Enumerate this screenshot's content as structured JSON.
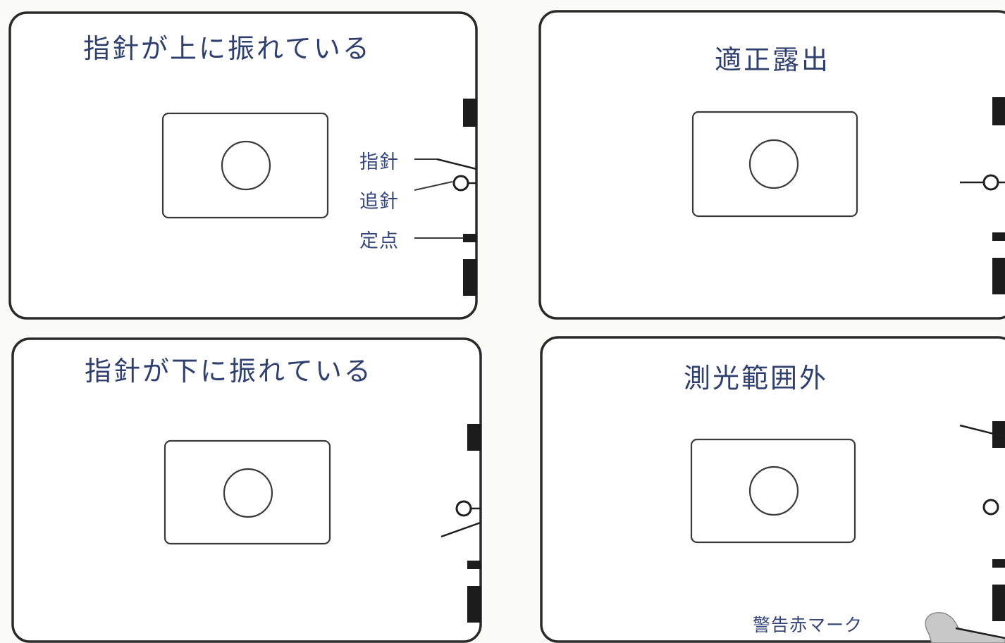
{
  "panels": [
    {
      "id": "needle-up",
      "title": "指針が上に振れている"
    },
    {
      "id": "correct-exposure",
      "title": "適正露出"
    },
    {
      "id": "needle-down",
      "title": "指針が下に振れている"
    },
    {
      "id": "out-of-range",
      "title": "測光範囲外"
    }
  ],
  "callouts": {
    "needle": "指針",
    "tracking_needle": "追針",
    "fixed_point": "定点",
    "warning_mark": "警告赤マーク"
  },
  "colors": {
    "label_ink": "#2f3f6e",
    "line_ink": "#1e1e1e",
    "warning_mark": "#c8c8c8"
  }
}
